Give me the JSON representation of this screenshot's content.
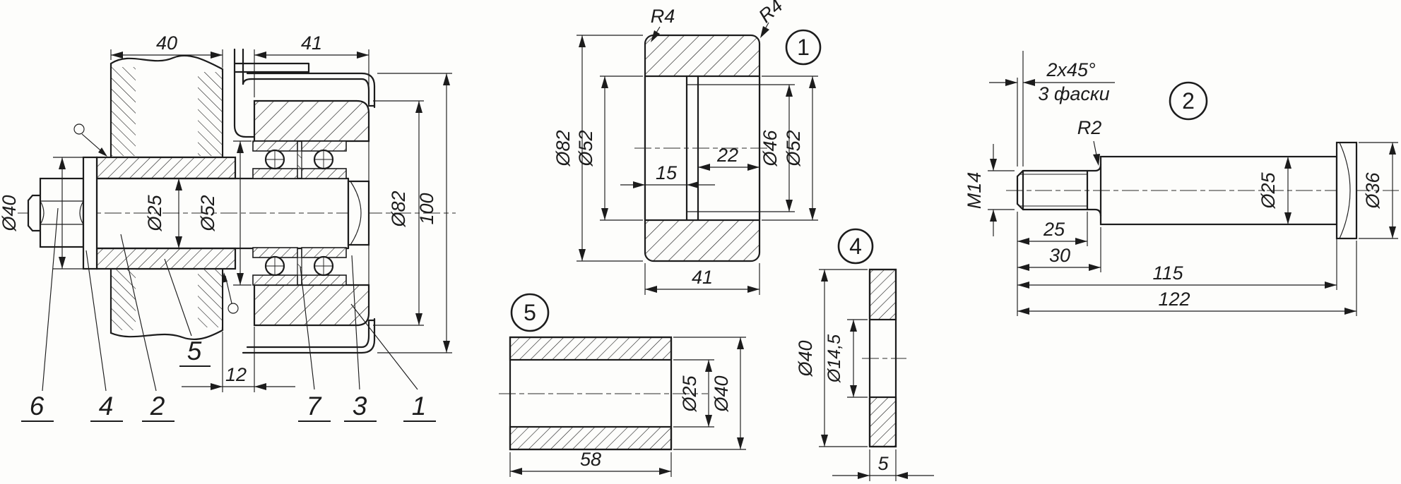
{
  "colors": {
    "paper": "#fdfdfb",
    "ink": "#1c1c1c"
  },
  "assembly": {
    "dims": {
      "w40": "40",
      "w41": "41",
      "dia40": "Ø40",
      "dia25": "Ø25",
      "dia52": "Ø52",
      "dia82": "Ø82",
      "h100": "100",
      "gap12": "12"
    },
    "refs": {
      "r6": "6",
      "r4": "4",
      "r2": "2",
      "r5": "5",
      "r7": "7",
      "r3": "3",
      "r1": "1"
    }
  },
  "part1": {
    "balloon": "1",
    "dims": {
      "r4a": "R4",
      "r4b": "R4",
      "dia82": "Ø82",
      "dia52l": "Ø52",
      "dep15": "15",
      "dep22": "22",
      "dia46": "Ø46",
      "dia52r": "Ø52",
      "w41": "41"
    }
  },
  "part2": {
    "balloon": "2",
    "dims": {
      "chamfer": "2x45°",
      "chamfer_note": "3 фаски",
      "r2": "R2",
      "m14": "M14",
      "l25": "25",
      "l30": "30",
      "l115": "115",
      "l122": "122",
      "dia25": "Ø25",
      "dia36": "Ø36"
    }
  },
  "part4": {
    "balloon": "4",
    "dims": {
      "dia40": "Ø40",
      "dia14_5": "Ø14,5",
      "t5": "5"
    }
  },
  "part5": {
    "balloon": "5",
    "dims": {
      "dia25": "Ø25",
      "dia40": "Ø40",
      "l58": "58"
    }
  }
}
